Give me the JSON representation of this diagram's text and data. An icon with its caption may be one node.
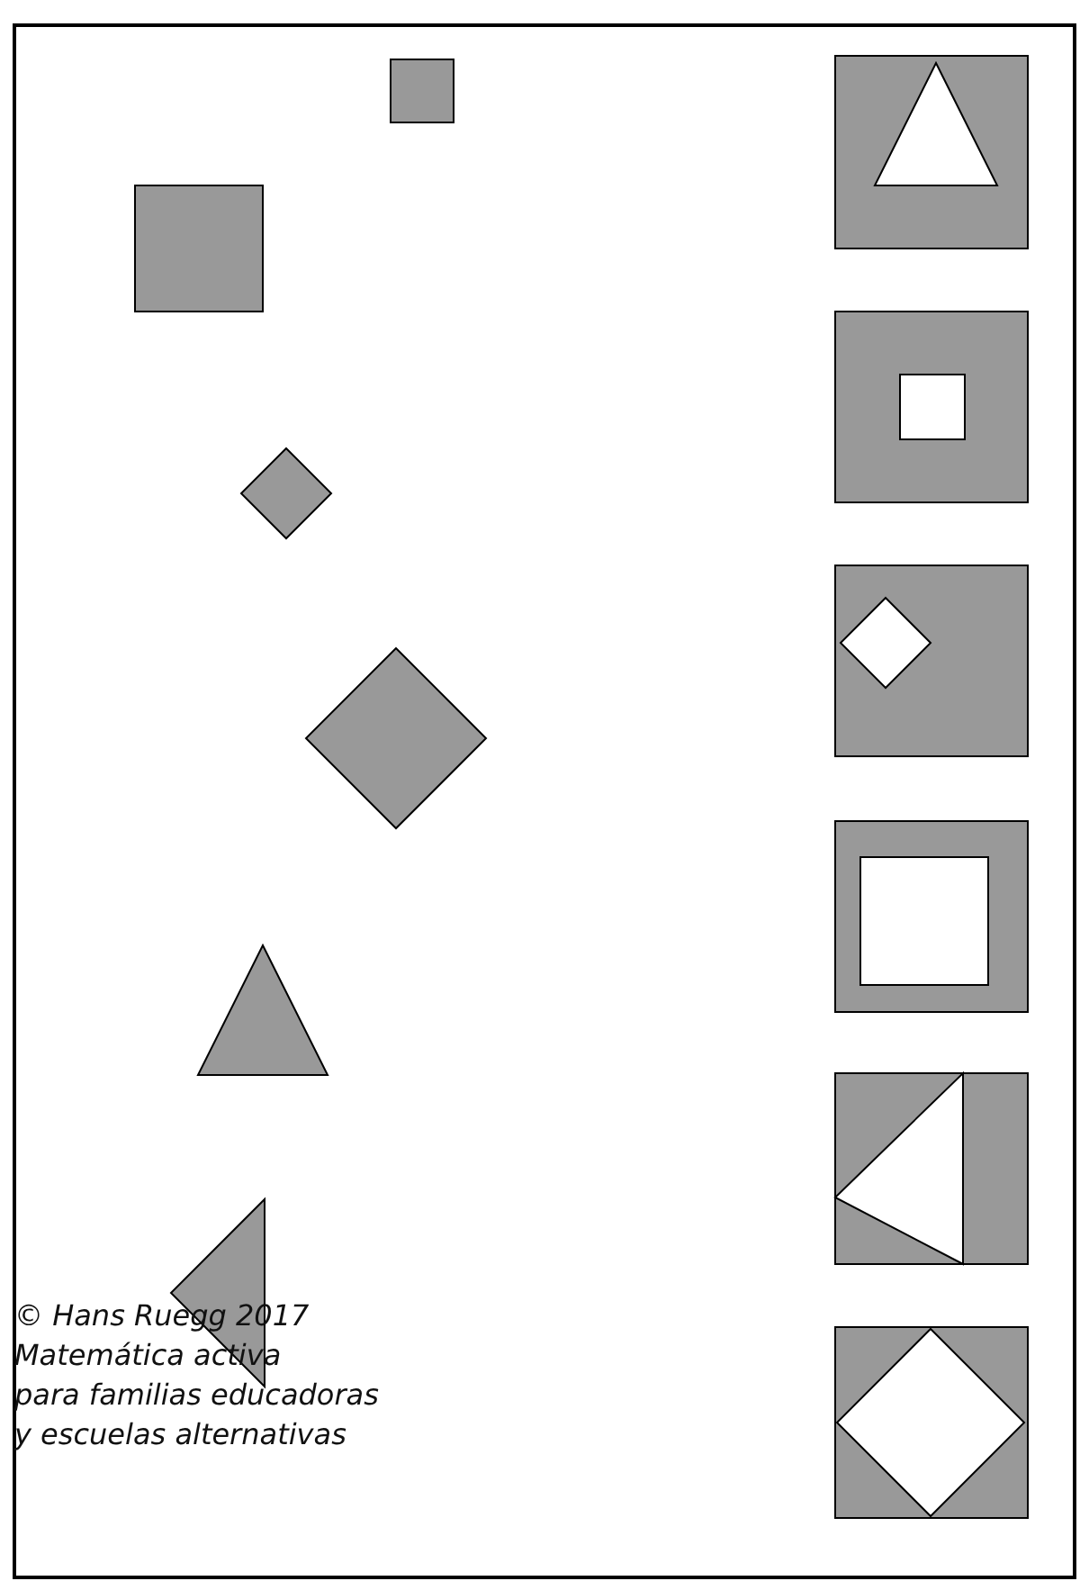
{
  "diagram": {
    "labels": [
      "© Hans Ruegg 2017",
      "Matemática activa",
      "para familias educadoras",
      "y escuelas alternativas"
    ]
  }
}
